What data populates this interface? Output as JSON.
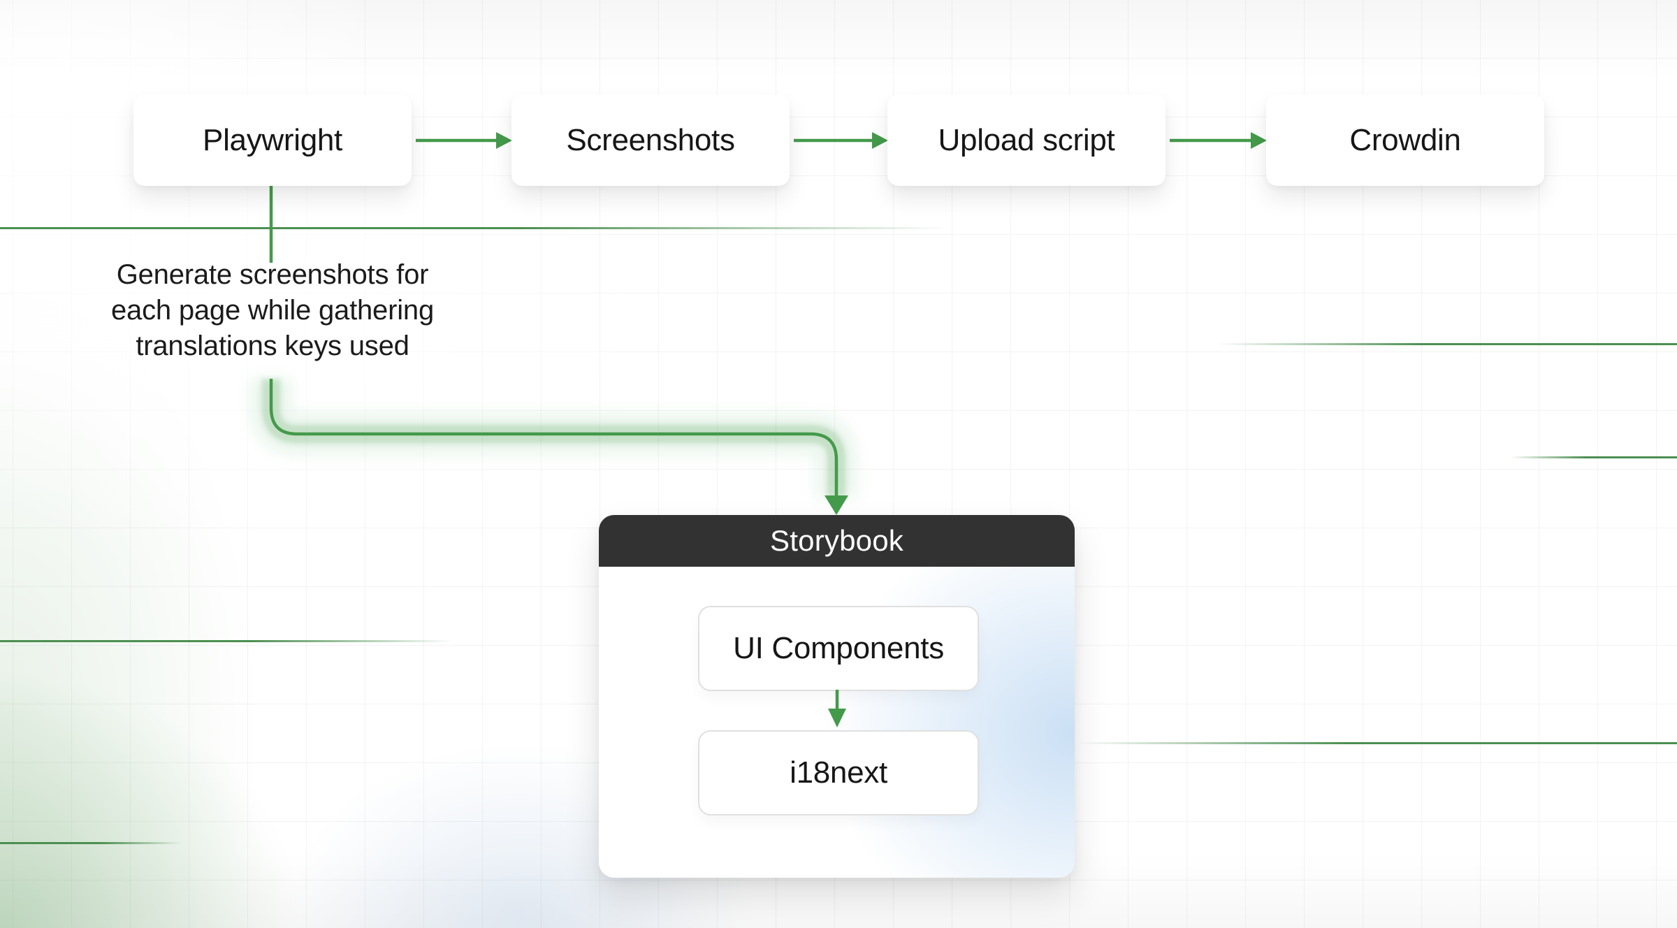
{
  "diagram": {
    "nodes": {
      "playwright": "Playwright",
      "screenshots": "Screenshots",
      "upload_script": "Upload script",
      "crowdin": "Crowdin",
      "storybook_title": "Storybook",
      "ui_components": "UI Components",
      "i18next": "i18next"
    },
    "annotation_lines": [
      "Generate screenshots for",
      "each page while gathering",
      "translations keys used"
    ],
    "colors": {
      "arrow_green": "#449a4b",
      "arrow_glow": "rgba(63,154,70,0.22)",
      "accent_line_green": "#4c8f51",
      "header_bg": "#323232",
      "header_text": "#ffffff",
      "panel_blue_wash": "rgba(160,198,236,0.55)",
      "background": "#ffffff"
    }
  }
}
